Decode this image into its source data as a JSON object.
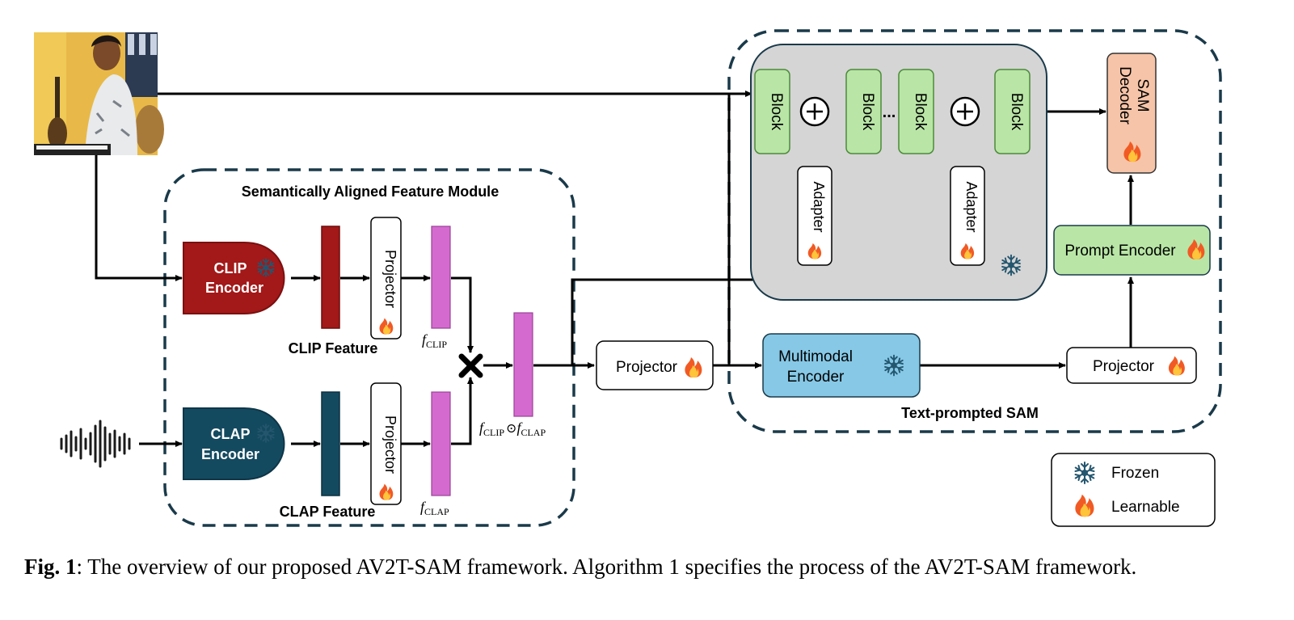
{
  "modules": {
    "feature_module_title": "Semantically Aligned Feature Module",
    "sam_title": "Text-prompted SAM"
  },
  "encoders": {
    "clip_line1": "CLIP",
    "clip_line2": "Encoder",
    "clap_line1": "CLAP",
    "clap_line2": "Encoder"
  },
  "features": {
    "clip_feature": "CLIP Feature",
    "clap_feature": "CLAP Feature",
    "f_clip_base": "f",
    "f_clip_sub": "CLIP",
    "f_clap_base": "f",
    "f_clap_sub": "CLAP",
    "fused_a_base": "f",
    "fused_a_sub": "CLIP",
    "fused_op": "⊙",
    "fused_b_base": "f",
    "fused_b_sub": "CLAP"
  },
  "projectors": {
    "vertical_label": "Projector",
    "middle_label": "Projector",
    "right_label": "Projector"
  },
  "sam": {
    "block_label": "Block",
    "ellipsis": "...",
    "adapter_label": "Adapter",
    "decoder_line1": "SAM",
    "decoder_line2": "Decoder",
    "prompt_encoder": "Prompt Encoder",
    "multimodal_line1": "Multimodal",
    "multimodal_line2": "Encoder"
  },
  "legend": {
    "frozen": "Frozen",
    "learnable": "Learnable"
  },
  "caption": {
    "label": "Fig. 1",
    "text": ": The overview of our proposed AV2T-SAM framework.  Algorithm 1 specifies the process of the AV2T-SAM framework."
  },
  "icons": {
    "frozen": "snowflake-icon",
    "learnable": "flame-icon"
  },
  "colors": {
    "clip_red": "#a31818",
    "clap_teal": "#144a60",
    "feature_pink": "#d46ad0",
    "block_green": "#b9e6a6",
    "sam_gray": "#d5d5d5",
    "decoder_peach": "#f6c4a8",
    "multimodal_blue": "#86c8e6",
    "dashed_border": "#1a3a4a"
  }
}
